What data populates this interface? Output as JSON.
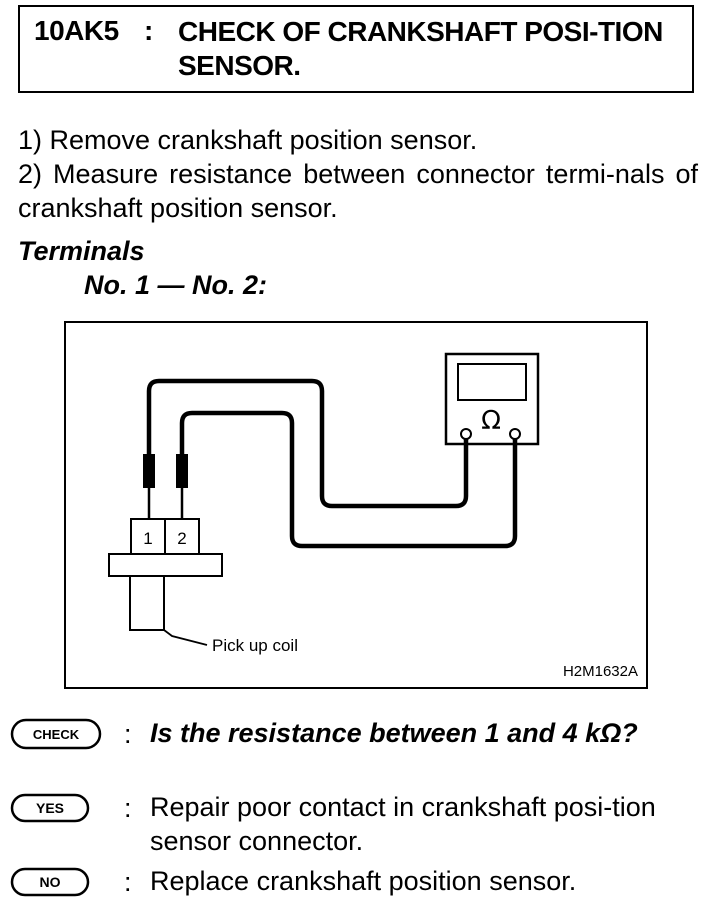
{
  "header": {
    "code": "10AK5",
    "colon": ":",
    "title": "CHECK OF CRANKSHAFT POSI-TION SENSOR."
  },
  "steps": [
    "1)  Remove crankshaft position sensor.",
    "2)  Measure resistance between connector termi-nals of crankshaft position sensor."
  ],
  "terminals": {
    "heading": "Terminals",
    "pair": "No. 1 — No. 2:"
  },
  "diagram": {
    "terminal_1": "1",
    "terminal_2": "2",
    "meter_symbol": "Ω",
    "pickup_label": "Pick up coil",
    "figure_code": "H2M1632A"
  },
  "check": {
    "icon_label": "CHECK",
    "colon": ":",
    "text": "Is the resistance between 1 and 4 kΩ?"
  },
  "yes": {
    "icon_label": "YES",
    "colon": ":",
    "text": "Repair poor contact in crankshaft posi-tion sensor connector."
  },
  "no": {
    "icon_label": "NO",
    "colon": ":",
    "text": "Replace crankshaft position sensor."
  }
}
